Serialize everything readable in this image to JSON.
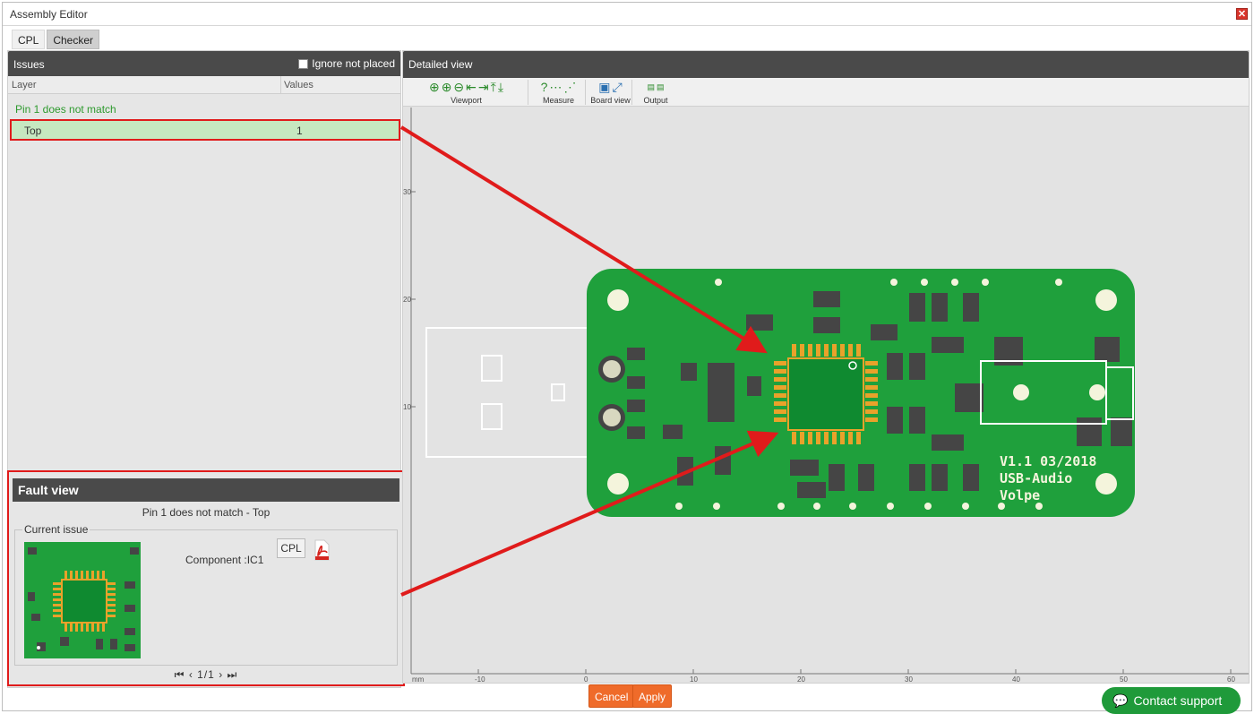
{
  "window": {
    "title": "Assembly Editor",
    "close_label": "✕"
  },
  "tabs": [
    {
      "label": "CPL"
    },
    {
      "label": "Checker"
    }
  ],
  "issues": {
    "title": "Issues",
    "ignore_label": "Ignore not placed",
    "col_layer": "Layer",
    "col_values": "Values",
    "group": "Pin 1 does not match",
    "rows": [
      {
        "layer": "Top",
        "value": "1"
      }
    ]
  },
  "fault": {
    "title": "Fault view",
    "subtitle": "Pin 1 does not match - Top",
    "current_issue": "Current issue",
    "component": "Component :IC1",
    "cpl_button": "CPL",
    "pager": "1/1"
  },
  "detailed": {
    "title": "Detailed view",
    "toolbar_groups": [
      {
        "label": "Viewport"
      },
      {
        "label": "Measure"
      },
      {
        "label": "Board view"
      },
      {
        "label": "Output"
      }
    ],
    "axis_unit": "mm",
    "x_ticks": [
      "-10",
      "0",
      "10",
      "20",
      "30",
      "40",
      "50",
      "60"
    ],
    "y_ticks": [
      "30",
      "20",
      "10"
    ],
    "board_text": [
      "V1.1 03/2018",
      "USB-Audio",
      "Volpe"
    ]
  },
  "footer": {
    "cancel": "Cancel",
    "apply": "Apply",
    "support": "Contact support"
  },
  "colors": {
    "accent": "#ef6b2a",
    "pcb": "#1fa03c",
    "highlight": "#e01b1b",
    "support": "#1f9a3a"
  }
}
